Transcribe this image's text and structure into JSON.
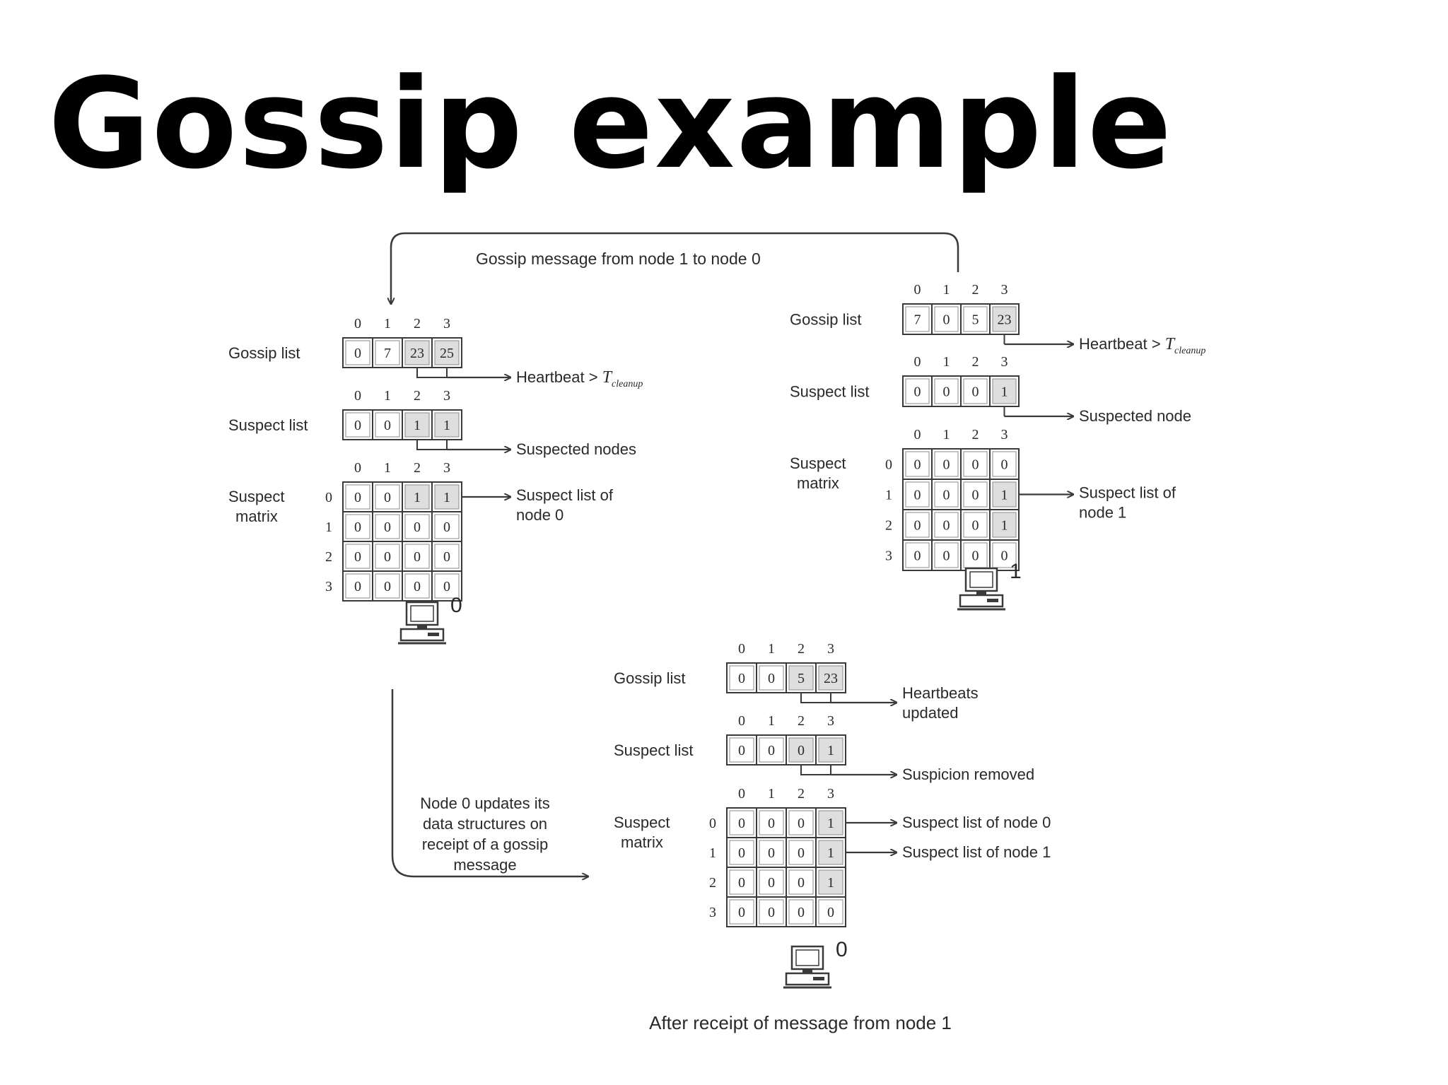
{
  "title": "Gossip example",
  "colors": {
    "line": "#3a3a3a",
    "cell_fill": "#ffffff",
    "cell_highlight": "#dedede",
    "text": "#2a2a2a"
  },
  "column_indices": [
    "0",
    "1",
    "2",
    "3"
  ],
  "row_indices": [
    "0",
    "1",
    "2",
    "3"
  ],
  "labels": {
    "gossip_list": "Gossip list",
    "suspect_list": "Suspect list",
    "suspect_matrix_line1": "Suspect",
    "suspect_matrix_line2": "matrix"
  },
  "top_arrow_label": "Gossip message from node 1 to node 0",
  "update_arrow_label": [
    "Node 0 updates its",
    "data structures on",
    "receipt of a gossip",
    "message"
  ],
  "caption": "After receipt of message from node 1",
  "nodes": [
    {
      "id": "node0-before",
      "computer_label": "0",
      "gossip_list": {
        "values": [
          "0",
          "7",
          "23",
          "25"
        ],
        "highlight": [
          2,
          3
        ]
      },
      "gossip_annotation": {
        "text": "Heartbeat >",
        "symbol": "T",
        "subscript": "cleanup"
      },
      "suspect_list": {
        "values": [
          "0",
          "0",
          "1",
          "1"
        ],
        "highlight": [
          2,
          3
        ]
      },
      "suspect_annotation": "Suspected nodes",
      "suspect_matrix": {
        "rows": [
          [
            "0",
            "0",
            "1",
            "1"
          ],
          [
            "0",
            "0",
            "0",
            "0"
          ],
          [
            "0",
            "0",
            "0",
            "0"
          ],
          [
            "0",
            "0",
            "0",
            "0"
          ]
        ],
        "highlight": [
          [
            0,
            2
          ],
          [
            0,
            3
          ]
        ]
      },
      "matrix_annotations": [
        {
          "row": 0,
          "lines": [
            "Suspect list of",
            "node 0"
          ]
        }
      ]
    },
    {
      "id": "node1",
      "computer_label": "1",
      "gossip_list": {
        "values": [
          "7",
          "0",
          "5",
          "23"
        ],
        "highlight": [
          3
        ]
      },
      "gossip_annotation": {
        "text": "Heartbeat >",
        "symbol": "T",
        "subscript": "cleanup"
      },
      "suspect_list": {
        "values": [
          "0",
          "0",
          "0",
          "1"
        ],
        "highlight": [
          3
        ]
      },
      "suspect_annotation": "Suspected node",
      "suspect_matrix": {
        "rows": [
          [
            "0",
            "0",
            "0",
            "0"
          ],
          [
            "0",
            "0",
            "0",
            "1"
          ],
          [
            "0",
            "0",
            "0",
            "1"
          ],
          [
            "0",
            "0",
            "0",
            "0"
          ]
        ],
        "highlight": [
          [
            1,
            3
          ],
          [
            2,
            3
          ]
        ]
      },
      "matrix_annotations": [
        {
          "row": 1,
          "lines": [
            "Suspect list of",
            "node 1"
          ]
        }
      ]
    },
    {
      "id": "node0-after",
      "computer_label": "0",
      "gossip_list": {
        "values": [
          "0",
          "0",
          "5",
          "23"
        ],
        "highlight": [
          2,
          3
        ]
      },
      "gossip_annotation": {
        "lines": [
          "Heartbeats",
          "updated"
        ]
      },
      "suspect_list": {
        "values": [
          "0",
          "0",
          "0",
          "1"
        ],
        "highlight": [
          2,
          3
        ]
      },
      "suspect_annotation": "Suspicion removed",
      "suspect_matrix": {
        "rows": [
          [
            "0",
            "0",
            "0",
            "1"
          ],
          [
            "0",
            "0",
            "0",
            "1"
          ],
          [
            "0",
            "0",
            "0",
            "1"
          ],
          [
            "0",
            "0",
            "0",
            "0"
          ]
        ],
        "highlight": [
          [
            0,
            3
          ],
          [
            1,
            3
          ],
          [
            2,
            3
          ]
        ]
      },
      "matrix_annotations": [
        {
          "row": 0,
          "lines": [
            "Suspect list of node 0"
          ]
        },
        {
          "row": 1,
          "lines": [
            "Suspect list of node 1"
          ]
        }
      ]
    }
  ]
}
